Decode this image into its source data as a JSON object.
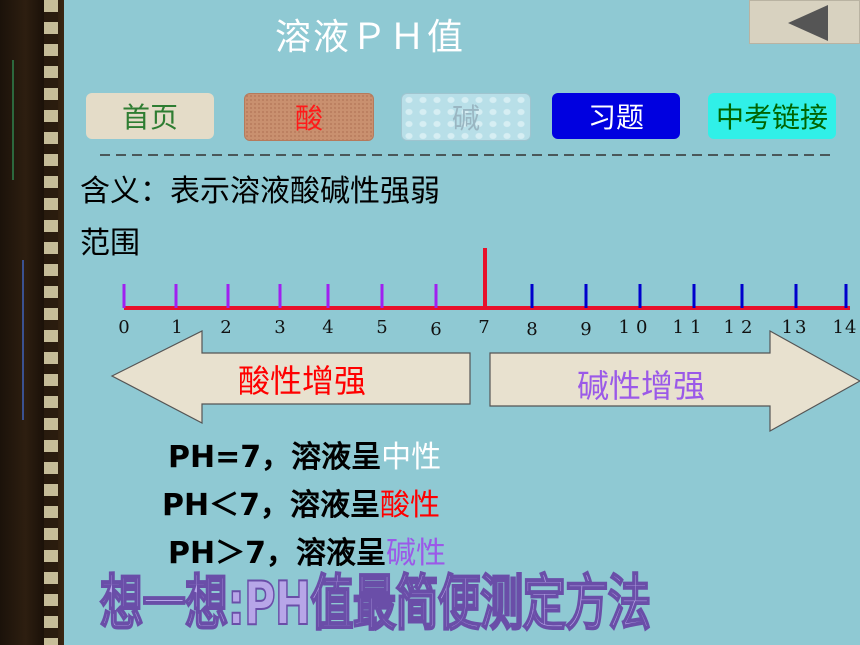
{
  "title": "溶液ＰＨ值",
  "nav": [
    {
      "label": "首页",
      "color": "#2e7d32",
      "bg": "#e4dcc8"
    },
    {
      "label": "酸",
      "color": "#ff1a1a",
      "bg": "#c99075"
    },
    {
      "label": "碱",
      "color": "#9ab6c2",
      "bg": "#b8dfe8"
    },
    {
      "label": "习题",
      "color": "#ffffff",
      "bg": "#0000e0"
    },
    {
      "label": "中考链接",
      "color": "#006400",
      "bg": "#30f0e8"
    }
  ],
  "meaning_label": "含义：表示溶液酸碱性强弱",
  "range_label": "范围",
  "scale_numbers": [
    "0",
    "1",
    "2",
    "3",
    "4",
    "5",
    "6",
    "7",
    "8",
    "9",
    "10",
    "11",
    "12",
    "13",
    "14"
  ],
  "acid_arrow": {
    "text": "酸性增强",
    "color": "#ff0000"
  },
  "base_arrow": {
    "text": "碱性增强",
    "color": "#9b59e8"
  },
  "rules": [
    {
      "prefix": "PH=7，溶液呈",
      "suffix": "中性",
      "suffix_color": "#ffffff"
    },
    {
      "prefix": "PH＜7，溶液呈",
      "suffix": "酸性",
      "suffix_color": "#ff0000"
    },
    {
      "prefix": "PH＞7，溶液呈",
      "suffix": "碱性",
      "suffix_color": "#9b59e8"
    }
  ],
  "bottom_text": "想一想:PH值最简便测定方法",
  "icons": {
    "back": "back-arrow-icon"
  }
}
